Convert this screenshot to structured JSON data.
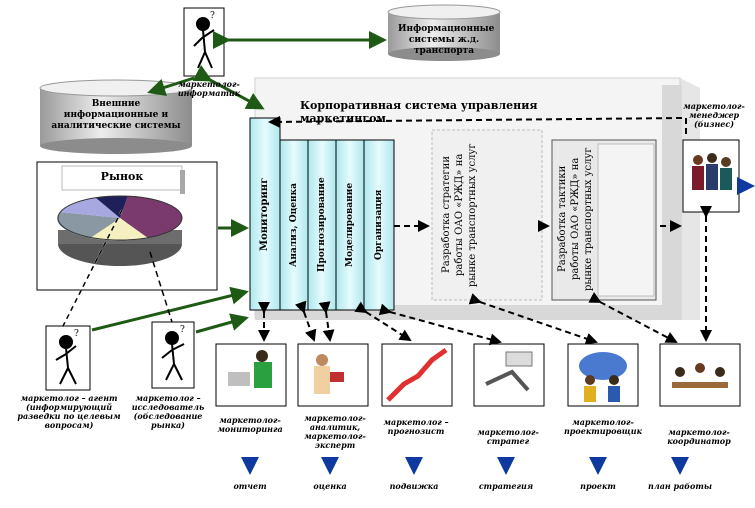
{
  "info_systems": {
    "title": "Информационные системы ж.д. транспорта"
  },
  "external_systems": {
    "title": "Внешние информационные и аналитические системы"
  },
  "market": {
    "title": "Рынок"
  },
  "corporate": {
    "title": "Корпоративная система управления маркетингом"
  },
  "columns": [
    "Мониторинг",
    "Анализ, Оценка",
    "Прогнозирование",
    "Моделирование",
    "Организация"
  ],
  "strategy_box": "Разработка стратегии работы ОАО «РЖД» на рынке транспортных услуг",
  "tactics_box": "Разработка тактики работы ОАО «РЖД» на рынке транспортных услуг",
  "roles": {
    "informant": "маркетолог-информатик",
    "analyst_client": "маркетолог – агент (информирующий разведки по целевым вопросам)",
    "researcher": "маркетолог – исследователь (обследование рынка)",
    "manager": "маркетолог-менеджер (бизнес)",
    "monitoring": "маркетолог-мониторинга",
    "expert": "маркетолог-аналитик, маркетолог-эксперт",
    "forecaster": "маркетолог – прогнозист",
    "strategist": "маркетолог-стратег",
    "projector": "маркетолог-проектировщик",
    "coordinator": "маркетолог-координатор"
  },
  "outputs": [
    "отчет",
    "оценка",
    "подвижка",
    "стратегия",
    "проект",
    "план работы"
  ],
  "colors": {
    "cyan": "#c8f4f8",
    "arrow_green": "#1e5a14",
    "arrow_blue": "#0e3aa0",
    "shadow": "#d8d8d8",
    "pie_purple": "#7b3a6e",
    "pie_navy": "#1f1f5a",
    "pie_cream": "#f4f0c0",
    "pie_gray": "#8a98a4",
    "pie_lav": "#a8a8e0"
  }
}
